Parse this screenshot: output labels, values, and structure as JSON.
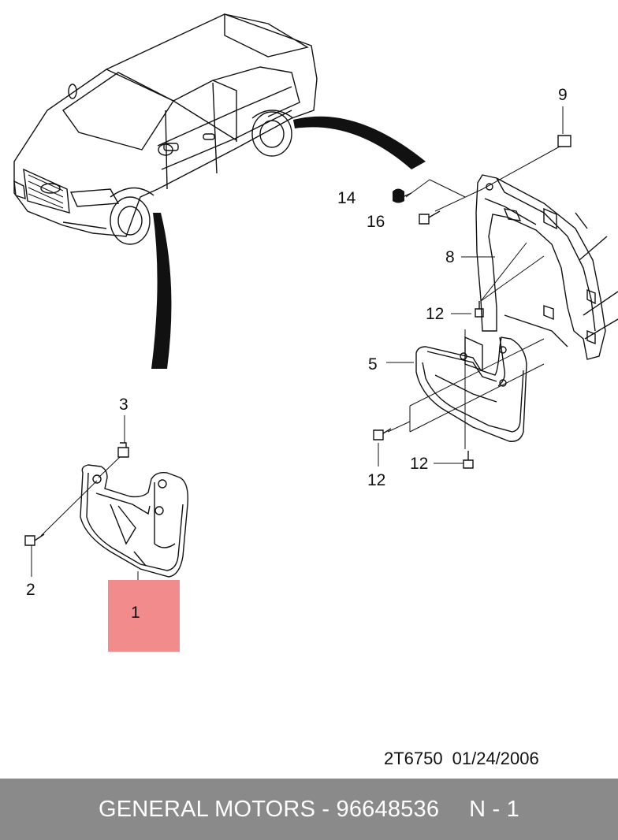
{
  "callouts": {
    "c1": "1",
    "c2": "2",
    "c3": "3",
    "c5": "5",
    "c8": "8",
    "c9": "9",
    "c12a": "12",
    "c12b": "12",
    "c12c": "12",
    "c14": "14",
    "c16": "16"
  },
  "highlight_color": "#f28b8b",
  "drawing_code": "2T6750",
  "drawing_date": "01/24/2006",
  "footer": {
    "brand": "GENERAL MOTORS",
    "separator": "-",
    "part_number": "96648536",
    "position": "N - 1"
  }
}
